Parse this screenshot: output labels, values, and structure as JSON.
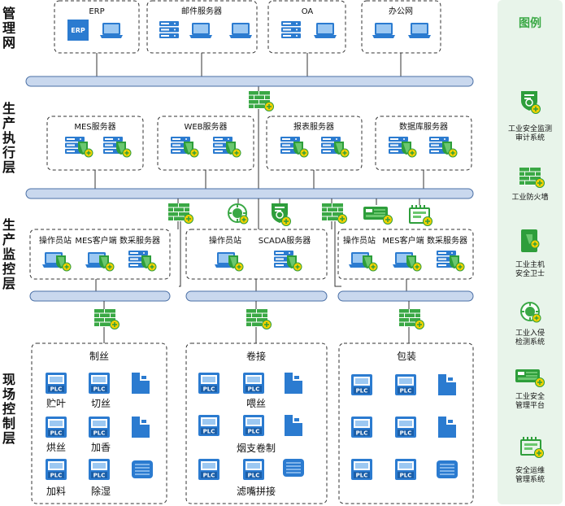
{
  "layers": {
    "management": [
      "管",
      "理",
      "网"
    ],
    "production_exec": [
      "生",
      "产",
      "执",
      "行",
      "层"
    ],
    "production_monitor": [
      "生",
      "产",
      "监",
      "控",
      "层"
    ],
    "field_control": [
      "现",
      "场",
      "控",
      "制",
      "层"
    ]
  },
  "management_groups": {
    "erp": "ERP",
    "erp_badge": "ERP",
    "mail": "邮件服务器",
    "oa": "OA",
    "office": "办公网"
  },
  "exec_groups": {
    "mes": "MES服务器",
    "web": "WEB服务器",
    "report": "报表服务器",
    "db": "数据库服务器"
  },
  "monitor_groups": {
    "operator": "操作员站",
    "mes_client": "MES客户端",
    "data_server": "数采服务器",
    "scada": "SCADA服务器"
  },
  "field": {
    "zhisi": "制丝",
    "juanjie": "卷接",
    "baozhuang": "包装",
    "zhuye": "贮叶",
    "qiesi": "切丝",
    "hongsi": "烘丝",
    "jiaxiang": "加香",
    "jialiao": "加料",
    "chushi": "除湿",
    "weisi": "喂丝",
    "yanzhi": "烟支卷制",
    "lvzui": "滤嘴拼接",
    "plc": "PLC"
  },
  "legend": {
    "title": "图例",
    "audit": [
      "工业安全监测",
      "审计系统"
    ],
    "firewall": [
      "工业防火墙"
    ],
    "host_guard": [
      "工业主机",
      "安全卫士"
    ],
    "ids": [
      "工业入侵",
      "检测系统"
    ],
    "mgmt_platform": [
      "工业安全",
      "管理平台"
    ],
    "ops": [
      "安全运维",
      "管理系统"
    ]
  },
  "colors": {
    "accent_green": "#3aa845",
    "blue": "#2b7bd0",
    "bus_fill": "#c9d8ee",
    "legend_bg": "#e8f4ea",
    "yellow": "#f2d100"
  }
}
